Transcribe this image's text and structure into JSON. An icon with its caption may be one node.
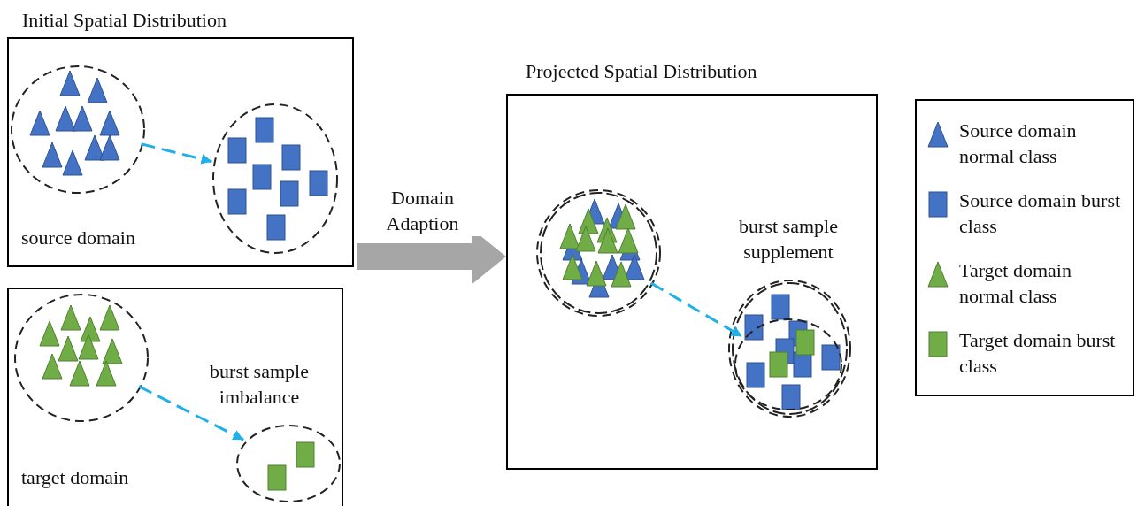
{
  "diagram": {
    "nodes": [
      {
        "text": [
          "source domain"
        ]
      },
      {
        "text": [],
        "shape": "circle",
        "in": 0
      },
      {
        "text": [],
        "shape": "circle",
        "in": 0
      },
      {
        "text": [
          "burst sample imbalance",
          "target domain"
        ]
      },
      {
        "text": [],
        "shape": "circle",
        "in": 3
      },
      {
        "text": [],
        "shape": "circle",
        "in": 3
      },
      {
        "text": [
          "Projected Spatial Distribution",
          "burst sample supplement"
        ]
      },
      {
        "text": [],
        "shape": "circle",
        "in": 6
      },
      {
        "text": [],
        "shape": "circle",
        "in": 6
      },
      {
        "text": [],
        "shape": "circle",
        "in": 8
      }
    ],
    "edges": [
      {
        "from": 1,
        "to": 2,
        "arrow": "to",
        "style": "dashed",
        "color": "#1fb0e8"
      },
      {
        "from": 4,
        "to": 5,
        "arrow": "to",
        "style": "dashed",
        "color": "#1fb0e8"
      },
      {
        "from": 7,
        "to": 9,
        "arrow": "to",
        "style": "dashed",
        "color": "#1fb0e8"
      },
      {
        "from": 0,
        "to": 6,
        "arrow": "to",
        "label": "Domain Adaption",
        "style": "thick",
        "color": "#a6a6a6"
      },
      {
        "from": 3,
        "to": 6,
        "arrow": "to",
        "style": "thick",
        "color": "#a6a6a6"
      }
    ],
    "labels": [
      "Initial Spatial Distribution"
    ],
    "legend": [
      {
        "text": "Source domain normal class"
      },
      {
        "text": "Source domain burst class"
      },
      {
        "text": "Target domain normal class"
      },
      {
        "text": "Target domain burst class"
      }
    ]
  }
}
